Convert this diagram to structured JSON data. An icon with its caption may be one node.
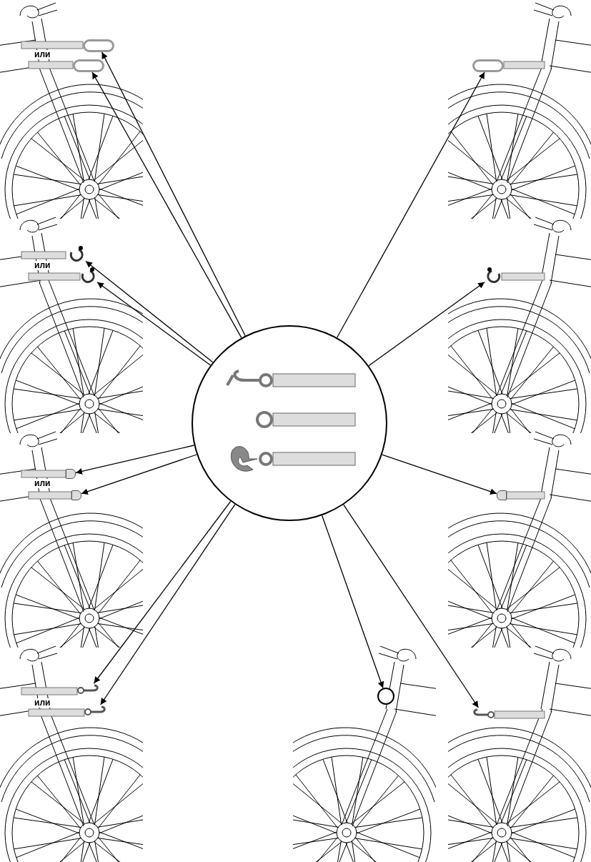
{
  "diagram": {
    "nodes": [
      {
        "text": [],
        "shape": "circle"
      },
      {
        "text": [],
        "shape": "box"
      },
      {
        "text": [],
        "shape": "box"
      },
      {
        "text": [],
        "shape": "box"
      },
      {
        "text": [],
        "shape": "picture"
      },
      {
        "text": [],
        "shape": "picture"
      },
      {
        "text": [],
        "shape": "picture"
      },
      {
        "text": [],
        "shape": "box"
      },
      {
        "text": [],
        "shape": "box"
      },
      {
        "text": [],
        "shape": "box"
      },
      {
        "text": [],
        "shape": "picture"
      },
      {
        "text": [],
        "shape": "picture"
      },
      {
        "text": [],
        "shape": "circle"
      },
      {
        "text": [],
        "shape": "picture"
      }
    ],
    "edges": [
      {
        "from": 0,
        "to": 1,
        "arrow": "to"
      },
      {
        "from": 0,
        "to": 2,
        "arrow": "to"
      },
      {
        "from": 0,
        "to": 3,
        "arrow": "to"
      },
      {
        "from": 0,
        "to": 4,
        "arrow": "to"
      },
      {
        "from": 0,
        "to": 5,
        "arrow": "to"
      },
      {
        "from": 0,
        "to": 6,
        "arrow": "to"
      },
      {
        "from": 0,
        "to": 7,
        "arrow": "to"
      },
      {
        "from": 0,
        "to": 8,
        "arrow": "to"
      },
      {
        "from": 0,
        "to": 9,
        "arrow": "to"
      },
      {
        "from": 0,
        "to": 10,
        "arrow": "to"
      },
      {
        "from": 0,
        "to": 11,
        "arrow": "to"
      },
      {
        "from": 0,
        "to": 12,
        "arrow": "to"
      },
      {
        "from": 0,
        "to": 13,
        "arrow": "to"
      }
    ],
    "labels": [
      "или",
      "или",
      "или",
      "или"
    ]
  }
}
